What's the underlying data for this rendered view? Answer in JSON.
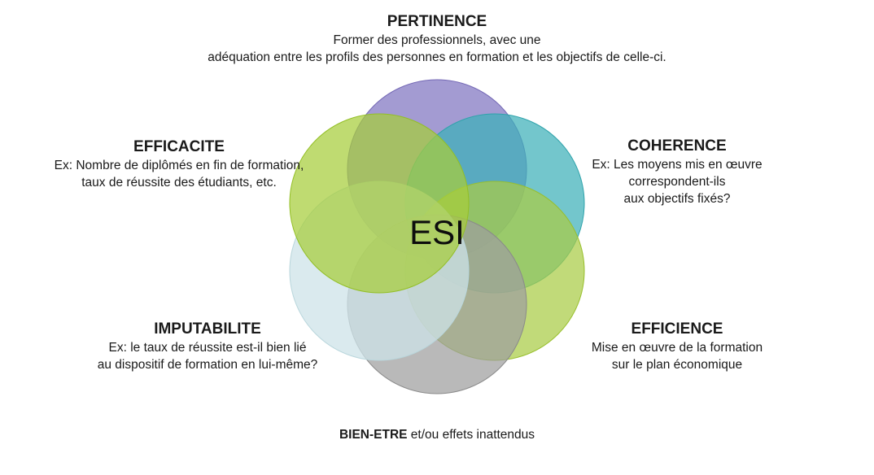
{
  "center": "ESI",
  "circles": [
    {
      "id": "pertinence",
      "color": "#8075c0"
    },
    {
      "id": "coherence",
      "color": "#3db0b8"
    },
    {
      "id": "efficience",
      "color": "#a9cc45"
    },
    {
      "id": "bien-etre",
      "color": "#9e9e9e"
    },
    {
      "id": "imputabilite",
      "color": "#cde3e8"
    },
    {
      "id": "efficacite",
      "color": "#a6cd3a"
    }
  ],
  "blocks": {
    "pertinence": {
      "title": "PERTINENCE",
      "line1": "Former des professionnels, avec une",
      "line2": "adéquation entre les profils des personnes en formation et les objectifs de celle-ci."
    },
    "efficacite": {
      "title": "EFFICACITE",
      "line1": "Ex: Nombre de diplômés en fin de formation,",
      "line2": "taux de réussite des étudiants, etc."
    },
    "coherence": {
      "title": "COHERENCE",
      "line1": "Ex: Les moyens mis en œuvre",
      "line2": "correspondent-ils",
      "line3": "aux objectifs fixés?"
    },
    "imputabilite": {
      "title": "IMPUTABILITE",
      "line1": "Ex: le taux de réussite est-il bien lié",
      "line2": "au dispositif de formation en lui-même?"
    },
    "efficience": {
      "title": "EFFICIENCE",
      "line1": "Mise en œuvre de la formation",
      "line2": "sur le plan économique"
    },
    "bien_etre": {
      "title": "BIEN-ETRE",
      "rest": " et/ou effets inattendus"
    }
  }
}
